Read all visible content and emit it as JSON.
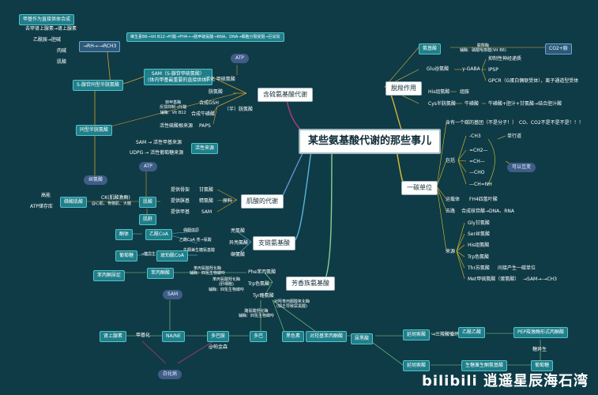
{
  "root": "某些氨基酸代谢的那些事儿",
  "branches": {
    "sulfur": "含硫氨基酸代谢",
    "creatine": "肌酸的代谢",
    "bcaa": "支链氨基酸",
    "aromatic": "芳香族氨基酸",
    "decarb": "脱羧作用",
    "onecarbon": "一碳单位"
  },
  "sulfur": {
    "met_box": "甲基作为直接供体合成",
    "met_list": [
      "去甲肾上腺素→肾上腺素",
      "乙酰胺→胆碱",
      "肉碱",
      "肌酸"
    ],
    "rh": "→RH→-→RCH3",
    "sah": "S-腺苷同型半胱氨酸",
    "hcy": "同型半胱氨酸",
    "ser": "丝氨酸",
    "sam": "SAM（S-腺苷甲硫氨酸）\n(体内甲基最重要的直接供体)",
    "met_chain": "维生素B6→Vit B12→叶酸→FH4→→胱甲硫氨酸→RNA、DNA→细胞分裂受阻→巨幼贫",
    "atp": "ATP",
    "activate": "活化 甲硫氨酸",
    "cys": "胱氨酸",
    "cys_steps": [
      "合成GSH",
      "合成牛磺酸",
      "活性硫酸根来源",
      "PAPS"
    ],
    "paps_note": "转甲基酶\n反馈抑制→叶酸\n辅酶：Vit B12",
    "cys_ban": "（半）胱氨酸"
  },
  "creatine": {
    "sam_labels": [
      "SAM → 活性甲基来源",
      "UDPG → 活性葡萄糖来源"
    ],
    "active_source": "活性来源",
    "atp": "ATP",
    "arg": "精氨酸",
    "gly": "甘氨酸",
    "phos": "磷酸肌酸",
    "ck": "CK(肌酸激酶)",
    "ck_sub": "@心肌、骨骼肌、大脑",
    "high": "高能",
    "atp_store": "ATP储存库",
    "cr": "肌酸",
    "crn": "肌酐",
    "donors": [
      "提供骨架",
      "提供脒基",
      "提供甲基"
    ],
    "donor_targets": [
      "甘氨酸",
      "精氨酸",
      "SAM"
    ],
    "raw": "原料"
  },
  "bcaa": {
    "products": [
      "酮体",
      "乙酰CoA",
      "乙酰CoA",
      "琥珀酰CoA"
    ],
    "sources": [
      "亮氨酸",
      "异亮氨酸",
      "缬氨酸"
    ],
    "notes": [
      "偶酮体原",
      "乙酰CoA 亮→氨酸",
      "生酮兼生糖氨基酸"
    ],
    "glucose": "葡萄糖",
    "glu_note": "→糖异生"
  },
  "aromatic": {
    "phe": "Phe苯丙氨酸",
    "phe_note": "苯丙氨酸羟化酶\n辅酶：四氢生物蝶呤",
    "tyr": "Tyr酪氨酸",
    "tyr_note": "苯丙氨酸羟化酶\n(肝细胞)\n辅酶：四氢生物蝶呤",
    "trp": "Trp色氨酸",
    "phe_pyr": "苯丙酮酸",
    "pku": "苯丙酮尿症",
    "sam": "SAM",
    "nana": "NA/NE",
    "epi": "肾上腺素",
    "dopa": "多巴胺",
    "dopa_note": "@帕金森",
    "dopa2": "多巴",
    "tyr_enz": "酪氨酸羟化酶\n辅酶：四氢生物蝶呤",
    "melanin": "黑色素",
    "alb": "白化病",
    "hgt": "尿黑酸",
    "hgt_path": "对羟基苯丙酮酸",
    "hgt_note": "对羟苯丙酮酸氧化酶\n(缺乏导致尿黑酸)",
    "aa": "延胡索酸",
    "aa_cycle": "→三羧酸循环",
    "acetyl": "乙酰乙酸",
    "fumarate": "延胡索酸",
    "glucose": "葡萄糖",
    "gly_path": "乙酰乙酸",
    "pepck": "PEP羧激酶形式丙酮酸",
    "gluconeo": "糖异生",
    "produce_glu": "生糖兼生酮氨基酸",
    "phe_to": "苯丙氨酸",
    "methyl": "甲基化",
    "noradr": "去甲肾上腺素"
  },
  "decarb": {
    "aa": "氨基酸",
    "aa_note": "脱羧酶\n辅酶：磷酸吡哆醛(Vit B6)",
    "co2": "CO2+胺",
    "glu": "Glu谷氨酸",
    "gaba": "γ-GABA",
    "gaba_notes": [
      "抑制性神经递质",
      "IPSP",
      "GPCR（G蛋白偶联受体），离子通道型受体"
    ],
    "his": "His组氨酸",
    "histamine": "组胺",
    "cys": "Cys半胱氨酸",
    "taurine": "牛磺酸",
    "taurine_note": "牛磺酸+胆汁+甘氨酸→结合胆汁酸"
  },
  "onecarbon": {
    "note": "含有一个碳的基团（不是分子！）",
    "note2": "CO、CO2不是不是不是！！！",
    "ch3": "-CH3",
    "ch2": "=CH2—",
    "ch": "=CH—",
    "cho": "—CHO",
    "chnh": "—CH=NH",
    "transform": "单行道",
    "mutual": "可以互变",
    "include": "包括",
    "carrier": "运载体",
    "carrier_val": "FH4四氢叶酸",
    "go": "去路",
    "go_val": "合成核苷酸→DNA、RNA",
    "source": "来源",
    "sources": [
      "Gly甘氨酸",
      "Ser丝氨酸",
      "His组氨酸",
      "Trp色氨酸",
      "Thr苏氨酸",
      "Met甲硫氨酸（蛋氨酸）"
    ],
    "thr_note": "间接产生一碳单位",
    "met_note": "→SAM→-→CH3"
  },
  "watermark": "bilibili 逍遥星辰海石湾"
}
